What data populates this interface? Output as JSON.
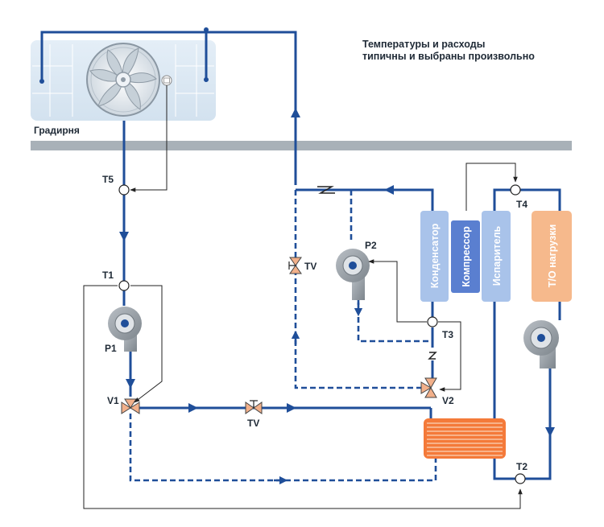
{
  "note": {
    "line1": "Температуры и расходы",
    "line2": "типичны и выбраны произвольно"
  },
  "labels": {
    "cooling_tower": "Градирня",
    "t1": "T1",
    "t2": "T2",
    "t3": "T3",
    "t4": "T4",
    "t5": "T5",
    "p1": "P1",
    "p2": "P2",
    "v1": "V1",
    "v2": "V2",
    "tv_left": "TV",
    "tv_bottom": "TV",
    "condenser": "Конденсатор",
    "compressor": "Компрессор",
    "evaporator": "Испаритель",
    "load_hx": "Т/О нагрузки"
  },
  "colors": {
    "pipe": "#1f4e99",
    "tower_fill": "#dbe8f3",
    "unit_fill": "#a9c3ea",
    "compressor_fill": "#5a7fd0",
    "load_fill": "#f6b98c",
    "hx_fill": "#f47a3a",
    "valve": "#f2b08a",
    "wall": "#a8b1b8",
    "pump": "#8a9198"
  }
}
